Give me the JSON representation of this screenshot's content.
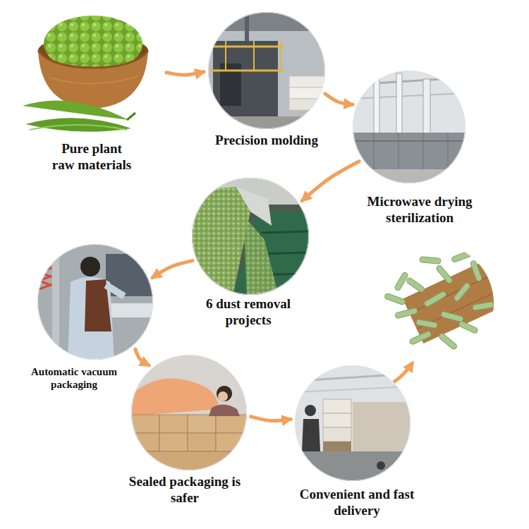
{
  "diagram": {
    "nodes": [
      {
        "text": [
          "Pure plant raw materials"
        ]
      },
      {
        "text": [
          "Precision molding"
        ]
      },
      {
        "text": [
          "Microwave drying sterilization"
        ]
      },
      {
        "text": [
          "6 dust removal projects"
        ]
      },
      {
        "text": [
          "Automatic vacuum packaging"
        ]
      },
      {
        "text": [
          "Sealed packaging is safer"
        ]
      },
      {
        "text": [
          "Convenient and fast delivery"
        ]
      }
    ],
    "edges": [
      {
        "from": 0,
        "to": 1,
        "arrow": "to"
      },
      {
        "from": 1,
        "to": 2,
        "arrow": "to"
      },
      {
        "from": 2,
        "to": 3,
        "arrow": "to"
      },
      {
        "from": 3,
        "to": 4,
        "arrow": "to"
      },
      {
        "from": 4,
        "to": 5,
        "arrow": "to"
      },
      {
        "from": 5,
        "to": 6,
        "arrow": "to"
      }
    ]
  }
}
